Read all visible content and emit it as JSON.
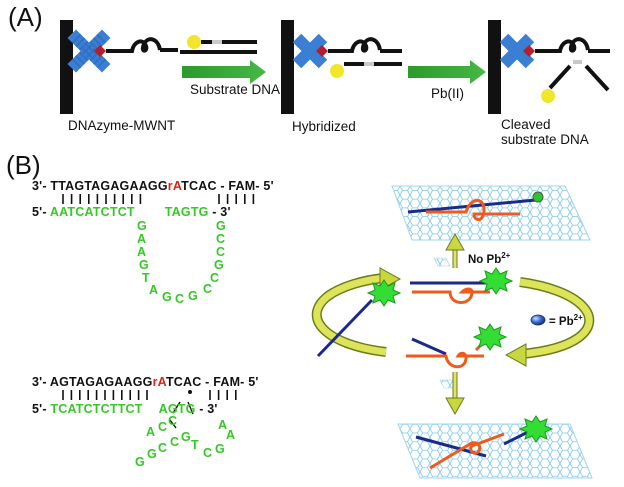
{
  "panel_a": {
    "label": "(A)",
    "arrow1_label": "Substrate DNA",
    "arrow2_label": "Pb(II)",
    "caption1": "DNAzyme-MWNT",
    "caption2": "Hybridized",
    "caption3_line1": "Cleaved",
    "caption3_line2": "substrate DNA"
  },
  "panel_b": {
    "label": "(B)",
    "upper": {
      "top_prefix": "3'- ",
      "top_seq_a": "TTAGTAGAGAAGG",
      "top_red": "rA",
      "top_seq_b": "TCAC",
      "top_suffix": " - FAM- 5'",
      "bot_prefix": "5'- ",
      "bot_seq_a": "AATCATCTCT",
      "bot_seq_b": "TAGTG",
      "bot_suffix": " - 3'",
      "loop_left": [
        "G",
        "A",
        "A",
        "G",
        "T",
        "A"
      ],
      "loop_bottom": [
        "G",
        "C",
        "G"
      ],
      "loop_right": [
        "G",
        "C",
        "C",
        "G",
        "C",
        "C"
      ]
    },
    "lower": {
      "top_prefix": "3'- ",
      "top_seq_a": "AGTAGAGAAGG",
      "top_red": "rA",
      "top_seq_b": "TCAC",
      "top_suffix": " - FAM- 5'",
      "bot_prefix": "5'- ",
      "bot_seq_a": "TCATCTCTTCT",
      "bot_seq_b": "AGTG",
      "bot_suffix": " - 3'",
      "frag_letters": [
        "A",
        "C",
        "C",
        "G",
        "G",
        "C",
        "C",
        "G",
        "T",
        "C",
        "G",
        "A",
        "A"
      ]
    },
    "no_pb_label": "No Pb",
    "no_pb_sup": "2+",
    "legend_eq": "= Pb",
    "legend_sup": "2+"
  },
  "colors": {
    "green_dna": "#35c926",
    "red_base": "#e0201b",
    "arrow_green": "#2e9e2e",
    "cycle_arrow": "#c8d640",
    "strand_blue": "#1a2a8a",
    "strand_orange": "#ef5a1e",
    "nanotube": "#7fc8f0",
    "fam_star": "#33dd33",
    "pb_ion": "#3a6fd8",
    "quencher_yellow": "#f2e62a"
  },
  "icons": [
    "mwnt-bar-icon",
    "blue-cross-icon",
    "fam-star-icon",
    "pb-ion-icon",
    "graphene-sheet-icon"
  ]
}
